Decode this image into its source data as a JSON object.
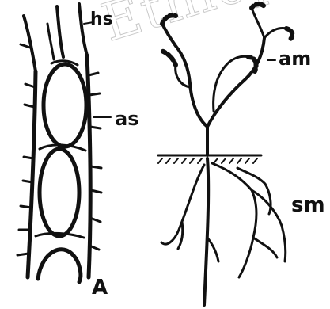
{
  "labels": {
    "hs": "hs",
    "as": "as",
    "am": "am",
    "sm": "sm",
    "panel": "A"
  },
  "watermark_text": "Ethiopia",
  "colors": {
    "ink": "#111111",
    "watermark": "#c9c9c9",
    "background": "#ffffff"
  }
}
